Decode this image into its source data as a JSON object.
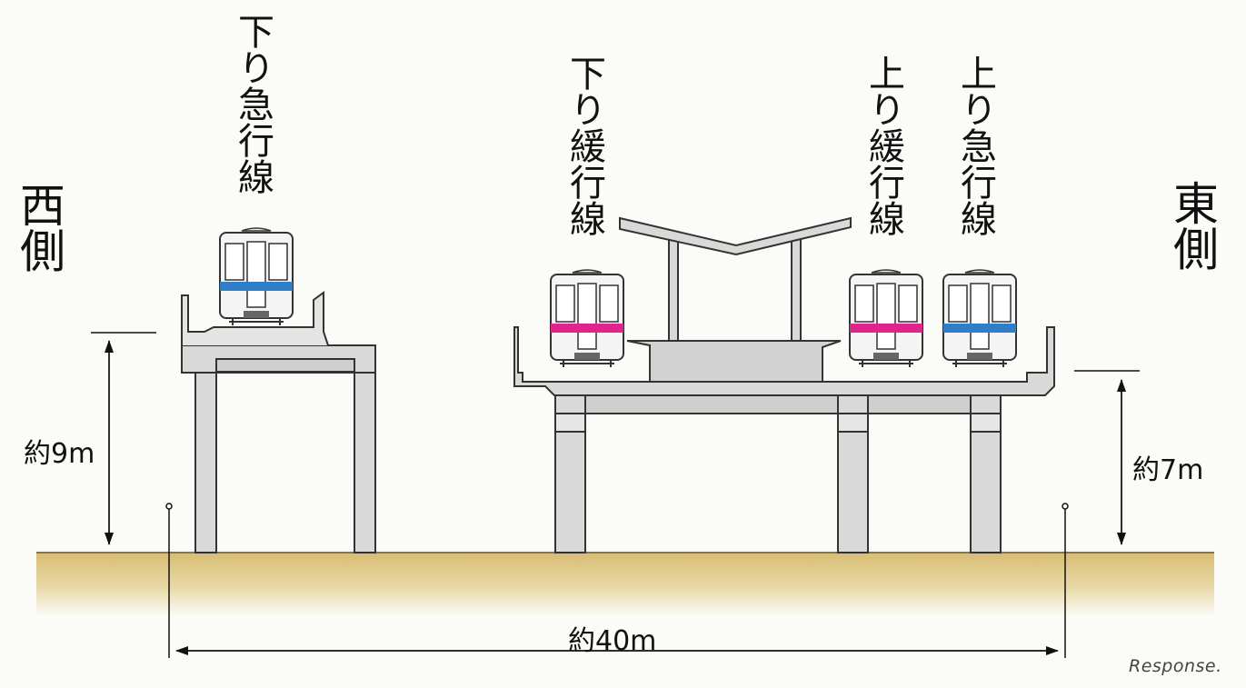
{
  "sides": {
    "west": "西側",
    "east": "東側"
  },
  "tracks": [
    {
      "label": "下り急行線",
      "band_color": "#2f7fc8"
    },
    {
      "label": "下り緩行線",
      "band_color": "#e0248c"
    },
    {
      "label": "上り緩行線",
      "band_color": "#e0248c"
    },
    {
      "label": "上り急行線",
      "band_color": "#2f7fc8"
    }
  ],
  "dimensions": {
    "west_height": "約9m",
    "east_height": "約7m",
    "width": "約40m"
  },
  "watermark": "Response.",
  "colors": {
    "ground": "#dcc27e",
    "structure": "#d9d9d9",
    "outline": "#333333"
  }
}
